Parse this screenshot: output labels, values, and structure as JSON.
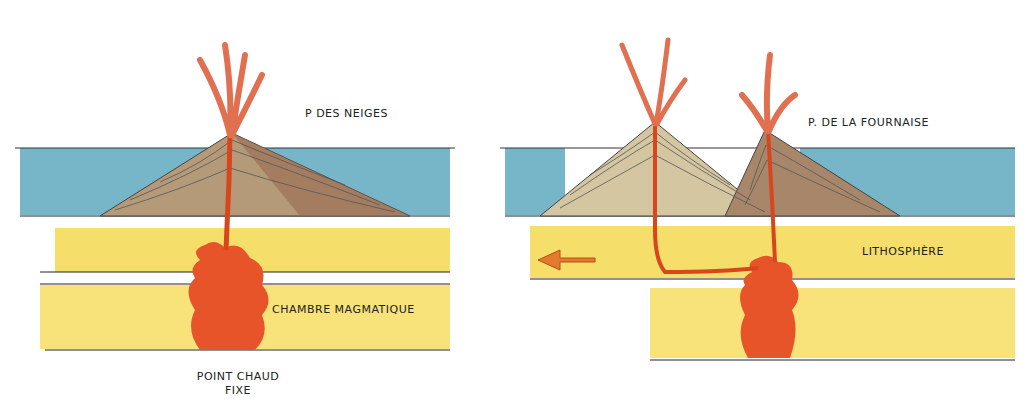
{
  "diagram": {
    "labels": [
      "P DES NEIGES",
      "CHAMBRE MAGMATIQUE",
      "POINT CHAUD FIXE",
      "P. DE LA FOURNAISE",
      "LITHOSPHÈRE"
    ]
  }
}
